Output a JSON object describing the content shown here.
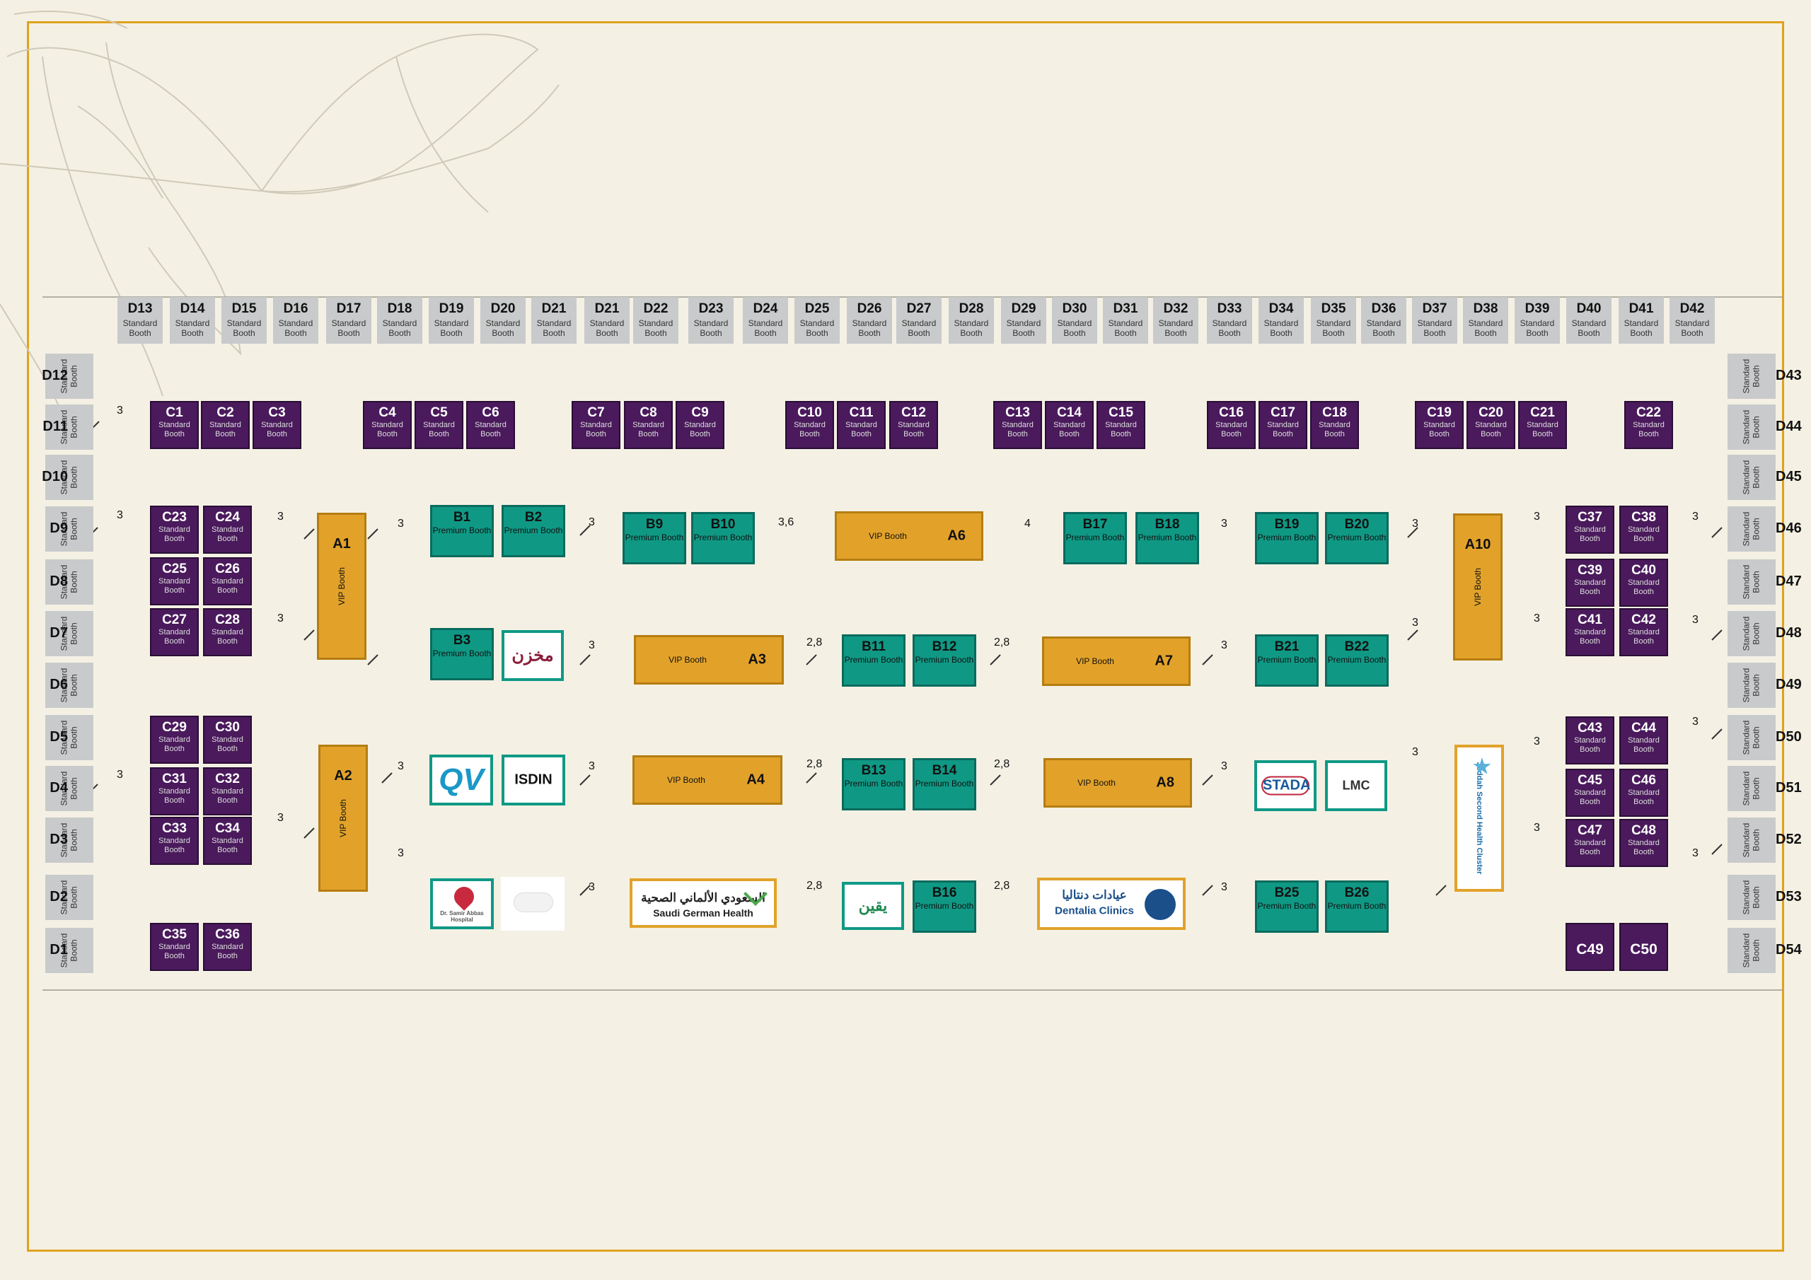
{
  "booth_types": {
    "standard": "Standard Booth",
    "premium": "Premium Booth",
    "vip": "VIP Booth"
  },
  "colors": {
    "frame": "#e0a21e",
    "standard_d": "#c8cacb",
    "standard_c": "#4a1a5c",
    "premium": "#0f9985",
    "vip": "#e2a22a",
    "background": "#f4f1e4"
  },
  "top_row": [
    "D13",
    "D14",
    "D15",
    "D16",
    "D17",
    "D18",
    "D19",
    "D20",
    "D21",
    "D21",
    "D22",
    "D23",
    "D24",
    "D25",
    "D26",
    "D27",
    "D28",
    "D29",
    "D30",
    "D31",
    "D32",
    "D33",
    "D34",
    "D35",
    "D36",
    "D37",
    "D38",
    "D39",
    "D40",
    "D41",
    "D42"
  ],
  "left_column": [
    "D12",
    "D11",
    "D10",
    "D9",
    "D8",
    "D7",
    "D6",
    "D5",
    "D4",
    "D3",
    "D2",
    "D1"
  ],
  "right_column": [
    "D43",
    "D44",
    "D45",
    "D46",
    "D47",
    "D48",
    "D49",
    "D50",
    "D51",
    "D52",
    "D53",
    "D54"
  ],
  "c_booths": [
    "C1",
    "C2",
    "C3",
    "C4",
    "C5",
    "C6",
    "C7",
    "C8",
    "C9",
    "C10",
    "C11",
    "C12",
    "C13",
    "C14",
    "C15",
    "C16",
    "C17",
    "C18",
    "C19",
    "C20",
    "C21",
    "C22",
    "C23",
    "C24",
    "C25",
    "C26",
    "C27",
    "C28",
    "C29",
    "C30",
    "C31",
    "C32",
    "C33",
    "C34",
    "C35",
    "C36",
    "C37",
    "C38",
    "C39",
    "C40",
    "C41",
    "C42",
    "C43",
    "C44",
    "C45",
    "C46",
    "C47",
    "C48",
    "C49",
    "C50"
  ],
  "premium_booths": [
    "B1",
    "B2",
    "B3",
    "B9",
    "B10",
    "B11",
    "B12",
    "B13",
    "B14",
    "B16",
    "B17",
    "B18",
    "B19",
    "B20",
    "B21",
    "B22",
    "B25",
    "B26"
  ],
  "vip_booths": [
    "A1",
    "A2",
    "A3",
    "A4",
    "A6",
    "A7",
    "A8",
    "A10"
  ],
  "logos": {
    "qv": "QV",
    "isdin": "ISDIN",
    "saudi_german": "Saudi German Health",
    "saudi_german_ar": "السعودي الألماني الصحية",
    "dentalia": "Dentalia Clinics",
    "dentalia_ar": "عيادات دنتاليا",
    "stada": "STADA",
    "lmc": "LMC",
    "jeddah": "Jeddah Second Health Cluster",
    "sameer": "Dr. Samir Abbas Hospital",
    "makhzan_ar": "مخزن",
    "yaqin_ar": "يقين"
  },
  "aisle_widths": [
    "3",
    "3,6",
    "4",
    "2,8"
  ]
}
